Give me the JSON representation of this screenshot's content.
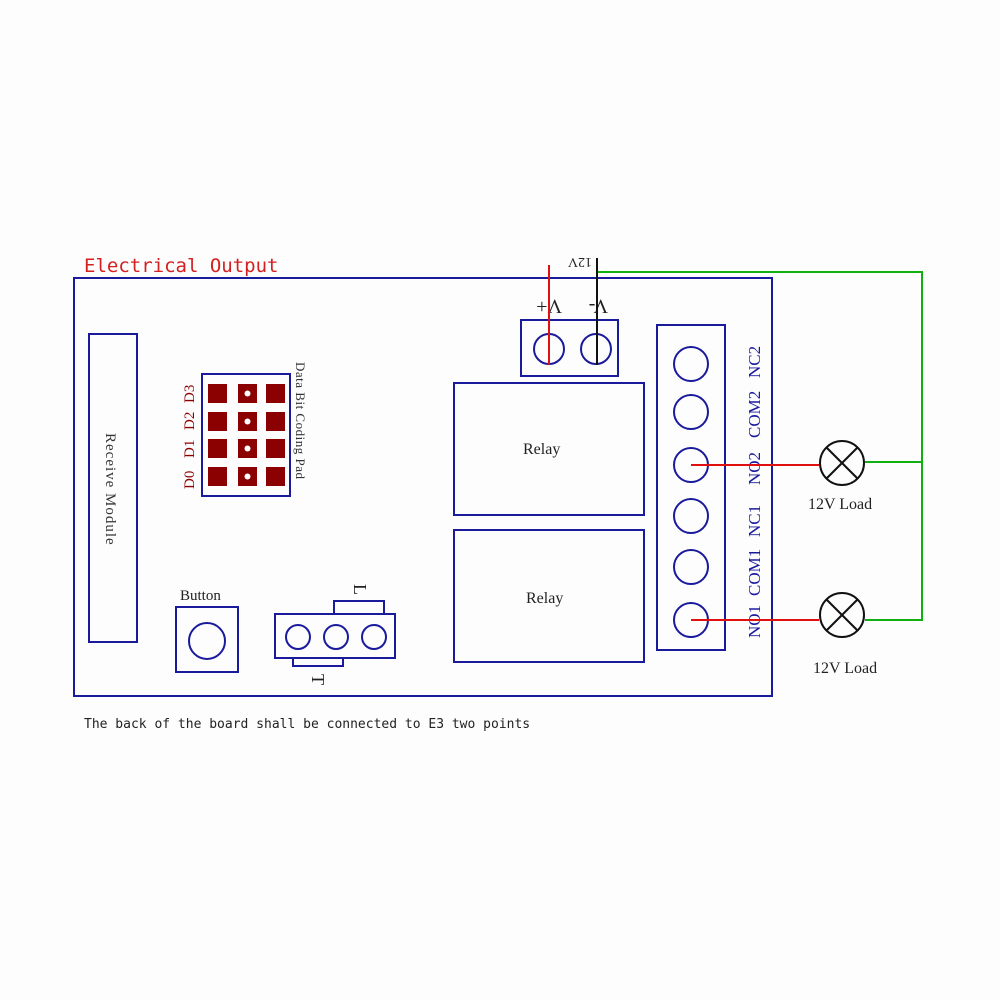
{
  "title": "Electrical Output",
  "footer_note": "The back of the board shall be connected to E3 two points",
  "receive_module_label": "Receive Module",
  "coding_pad": {
    "label": "Data Bit Coding Pad",
    "bits": [
      "D0",
      "D1",
      "D2",
      "D3"
    ]
  },
  "button_label": "Button",
  "jumper": {
    "top_label": "L",
    "bottom_label": "T"
  },
  "relays": [
    "Relay",
    "Relay"
  ],
  "power": {
    "v_plus": "V+",
    "v_minus": "V-",
    "supply": "12V"
  },
  "terminals": [
    "NO1",
    "COM1",
    "NC1",
    "NO2",
    "COM2",
    "NC2"
  ],
  "loads": [
    "12V Load",
    "12V Load"
  ],
  "colors": {
    "board": "#1a1a9c",
    "title": "#d42020",
    "pad": "#8b0000",
    "red_wire": "#e01010",
    "green_wire": "#10b010",
    "text": "#222222"
  }
}
